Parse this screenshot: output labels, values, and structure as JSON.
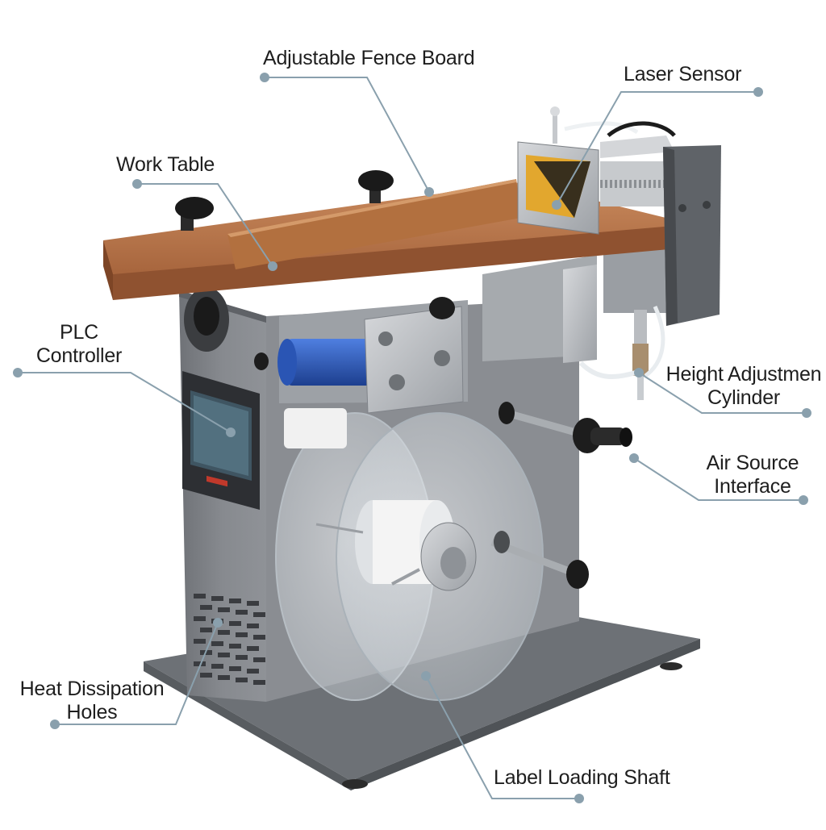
{
  "figure": {
    "callouts": [
      {
        "id": "adjustable-fence-board",
        "lines": [
          "Adjustable Fence Board"
        ]
      },
      {
        "id": "laser-sensor",
        "lines": [
          "Laser Sensor"
        ]
      },
      {
        "id": "work-table",
        "lines": [
          "Work Table"
        ]
      },
      {
        "id": "plc-controller",
        "lines": [
          "PLC",
          "Controller"
        ]
      },
      {
        "id": "height-adjustment-cylinder",
        "lines": [
          "Height Adjustmen",
          "Cylinder"
        ]
      },
      {
        "id": "air-source-interface",
        "lines": [
          "Air Source",
          "Interface"
        ]
      },
      {
        "id": "heat-dissipation-holes",
        "lines": [
          "Heat Dissipation",
          "Holes"
        ]
      },
      {
        "id": "label-loading-shaft",
        "lines": [
          "Label Loading Shaft"
        ]
      }
    ],
    "colors": {
      "leader": "#8aa0ad",
      "table_top": "#b8754a",
      "cabinet": "#7d8084",
      "base_plate": "#6f7378",
      "steel": "#b9bcc0",
      "roller": "#2f5fc4",
      "sensor_plate": "#e2a72e"
    }
  }
}
